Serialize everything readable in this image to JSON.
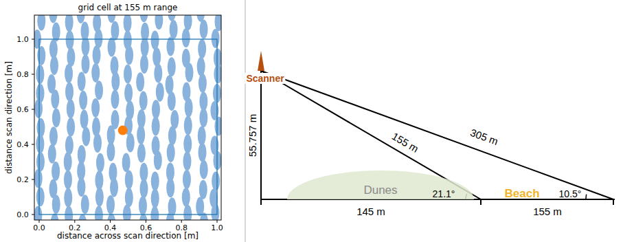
{
  "diagram": {
    "nodes": [
      {
        "text": [
          "Dunes"
        ]
      }
    ],
    "labels": [
      "grid cell at 155 m range",
      "distance scan direction [m]",
      "distance across scan direction [m]",
      "0.0",
      "0.2",
      "0.4",
      "0.6",
      "0.8",
      "1.0",
      "0.0",
      "0.2",
      "0.4",
      "0.6",
      "0.8",
      "1.0",
      "Scanner",
      "55.757 m",
      "155 m",
      "305 m",
      "21.1°",
      "10.5°",
      "Beach",
      "145 m",
      "155 m"
    ]
  }
}
